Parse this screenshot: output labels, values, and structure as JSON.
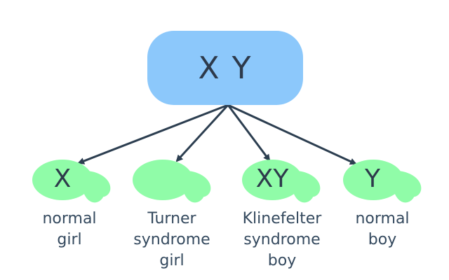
{
  "parent": {
    "label": "X Y"
  },
  "offspring": [
    {
      "genotype": "X",
      "caption": [
        "normal",
        "girl"
      ]
    },
    {
      "genotype": "",
      "caption": [
        "Turner",
        "syndrome",
        "girl"
      ]
    },
    {
      "genotype": "XY",
      "caption": [
        "Klinefelter",
        "syndrome",
        "boy"
      ]
    },
    {
      "genotype": "Y",
      "caption": [
        "normal",
        "boy"
      ]
    }
  ],
  "colors": {
    "parent_fill": "#8cc8fb",
    "sperm_fill": "#90fca8",
    "arrow": "#2c3e50",
    "text": "#2d3a4b"
  }
}
